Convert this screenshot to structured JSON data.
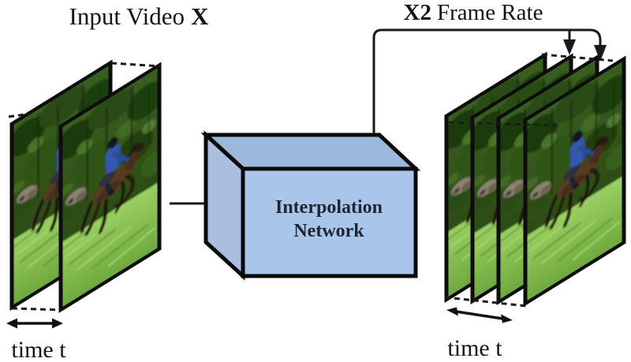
{
  "figure": {
    "input_title": {
      "regular": "Input Video",
      "bold_suffix": "X"
    },
    "output_title": {
      "bold_prefix": "X2",
      "regular": "Frame Rate"
    },
    "network_box": {
      "line1": "Interpolation",
      "line2": "Network"
    },
    "input_time_label": "time t",
    "output_time_label": "time t",
    "input_frame_count": 2,
    "output_frame_count": 4
  },
  "colors": {
    "background": "#ffffff",
    "text": "#141414",
    "box_front": "#a9c6ea",
    "box_top": "#9cb8dc",
    "box_side": "#aabfe0",
    "box_border": "#0a0a0a",
    "box_text": "#1e2636",
    "frame_border": "#0d0d0d",
    "line": "#1a1a1a",
    "photo_foliage": "#2c4f1b",
    "photo_grass": "#7db64b",
    "photo_horse": "#573a22",
    "photo_rider_shirt": "#3558ae"
  }
}
